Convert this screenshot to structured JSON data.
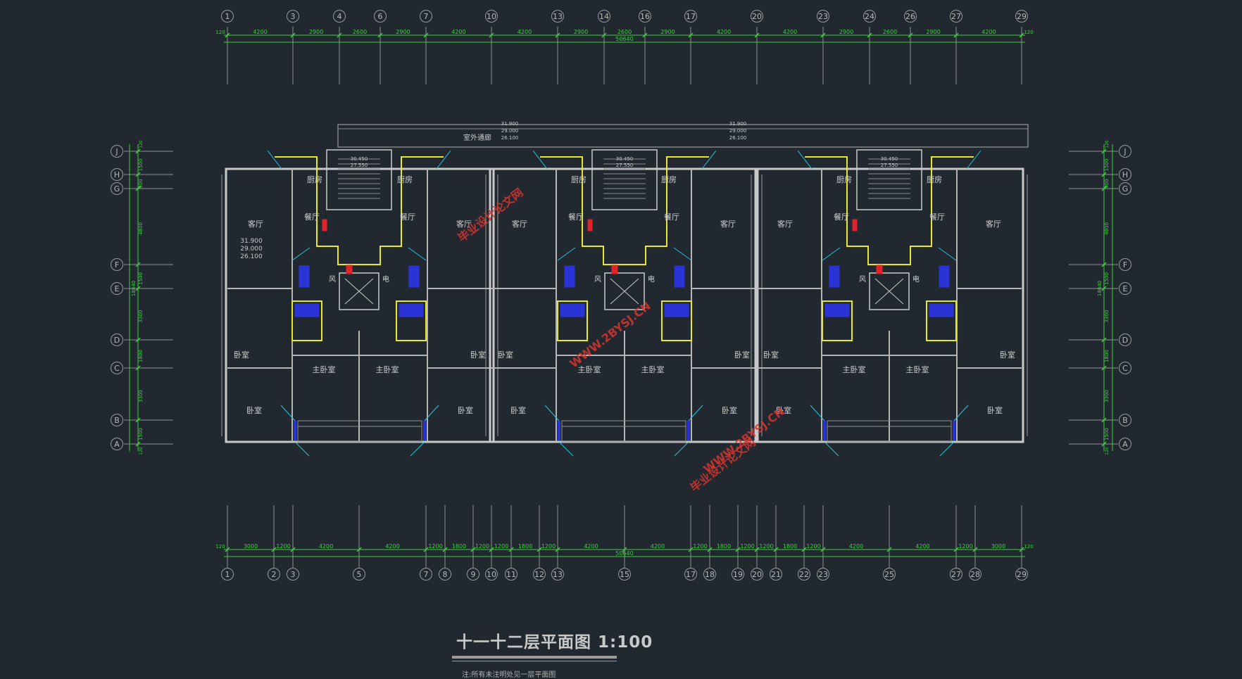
{
  "drawing": {
    "title": "十一十二层平面图",
    "scale": "1:100",
    "note": "注:所有未注明处见一层平面图",
    "overall_dimension": "50640",
    "edge_dimension": "120",
    "side_dimension": "18840",
    "corridor_label": "室外通廊",
    "elevations": [
      "31.900",
      "29.000",
      "26.100"
    ],
    "stair_elevations": [
      "30.450",
      "27.550"
    ]
  },
  "axes": {
    "top": [
      "1",
      "3",
      "4",
      "6",
      "7",
      "10",
      "13",
      "14",
      "16",
      "17",
      "20",
      "23",
      "24",
      "26",
      "27",
      "29"
    ],
    "bottom": [
      "1",
      "2",
      "3",
      "5",
      "7",
      "8",
      "9",
      "10",
      "11",
      "12",
      "13",
      "15",
      "17",
      "18",
      "19",
      "20",
      "21",
      "22",
      "23",
      "25",
      "27",
      "28",
      "29"
    ],
    "side": [
      "J",
      "H",
      "G",
      "F",
      "E",
      "D",
      "C",
      "B",
      "A"
    ]
  },
  "dims": {
    "top": [
      "4200",
      "2900",
      "2600",
      "2900",
      "4200",
      "4200",
      "2900",
      "2600",
      "2900",
      "4200",
      "4200",
      "2900",
      "2600",
      "2900",
      "4200"
    ],
    "bottom": [
      "3000",
      "1200",
      "4200",
      "4200",
      "1200",
      "1800",
      "1200",
      "1200",
      "1800",
      "1200",
      "4200",
      "4200",
      "1200",
      "1800",
      "1200",
      "1200",
      "1800",
      "1200",
      "4200",
      "4200",
      "1200",
      "3000"
    ],
    "side": [
      "1500",
      "900",
      "4800",
      "1500",
      "3300",
      "1800",
      "3300",
      "1500"
    ]
  },
  "rooms": {
    "kitchen": "厨房",
    "dining": "餐厅",
    "living": "客厅",
    "bedroom": "卧室",
    "master_bedroom": "主卧室",
    "wind": "风",
    "elec": "电"
  },
  "watermark": {
    "line1": "毕业设计论文网",
    "line2": "WWW.2BYSJ.CN"
  },
  "colors": {
    "background": "#212830",
    "wall": "#c9c9c9",
    "dimension": "#3cd23c",
    "pipe": "#2a33d6",
    "highlight": "#e6e62a",
    "leader": "#27c6de",
    "hydrant": "#e0232a",
    "watermark": "#d8362f"
  }
}
